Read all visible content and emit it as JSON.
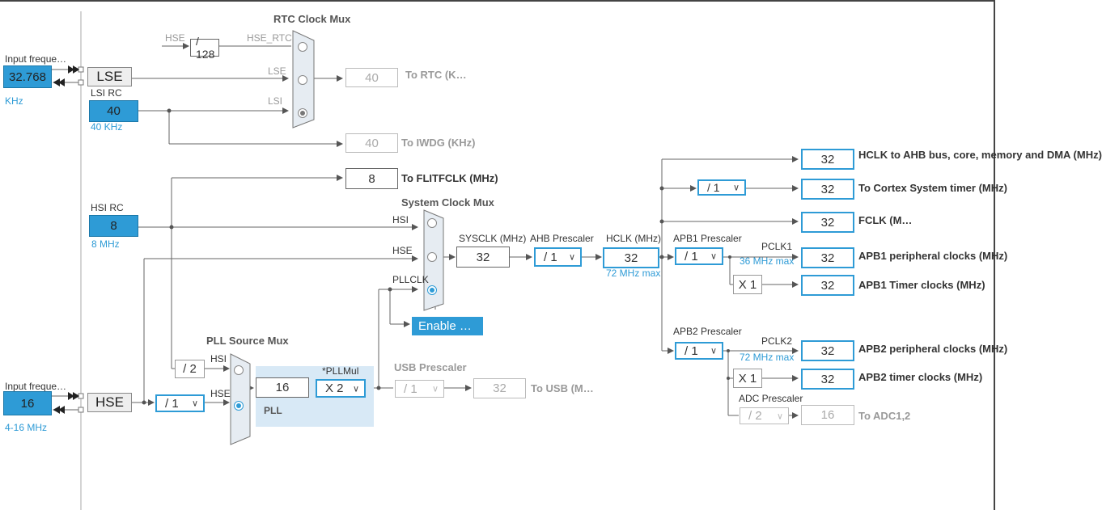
{
  "lse": {
    "input_label": "Input freque…",
    "input_value": "32.768",
    "unit": "KHz",
    "box_label": "LSE"
  },
  "lsi": {
    "label": "LSI RC",
    "value": "40",
    "unit": "40 KHz"
  },
  "rtc_mux": {
    "title": "RTC Clock Mux",
    "hse_label": "HSE",
    "divider": "/ 128",
    "hse_rtc_label": "HSE_RTC",
    "lse_label": "LSE",
    "lsi_label": "LSI",
    "output_value": "40",
    "output_label": "To RTC (K…"
  },
  "iwdg": {
    "value": "40",
    "label": "To IWDG (KHz)"
  },
  "flitf": {
    "value": "8",
    "label": "To FLITFCLK (MHz)"
  },
  "hsi": {
    "label": "HSI RC",
    "value": "8",
    "unit": "8 MHz"
  },
  "sys_mux": {
    "title": "System Clock Mux",
    "hsi_label": "HSI",
    "hse_label": "HSE",
    "pllclk_label": "PLLCLK",
    "enable_label": "Enable …"
  },
  "sysclk": {
    "label": "SYSCLK (MHz)",
    "value": "32"
  },
  "ahb": {
    "label": "AHB Prescaler",
    "value": "/ 1"
  },
  "hclk": {
    "label": "HCLK (MHz)",
    "value": "32",
    "max": "72 MHz max"
  },
  "outputs": {
    "hclk_ahb_value": "32",
    "hclk_ahb_label": "HCLK to AHB bus, core, memory and DMA (MHz)",
    "cortex_div": "/ 1",
    "cortex_value": "32",
    "cortex_label": "To Cortex System timer (MHz)",
    "fclk_value": "32",
    "fclk_label": "FCLK (M…"
  },
  "apb1": {
    "label": "APB1 Prescaler",
    "value": "/ 1",
    "pclk_label": "PCLK1",
    "pclk_max": "36 MHz max",
    "periph_value": "32",
    "periph_label": "APB1 peripheral clocks (MHz)",
    "timer_mult": "X 1",
    "timer_value": "32",
    "timer_label": "APB1 Timer clocks (MHz)"
  },
  "apb2": {
    "label": "APB2 Prescaler",
    "value": "/ 1",
    "pclk_label": "PCLK2",
    "pclk_max": "72 MHz max",
    "periph_value": "32",
    "periph_label": "APB2 peripheral clocks (MHz)",
    "timer_mult": "X 1",
    "timer_value": "32",
    "timer_label": "APB2 timer clocks (MHz)"
  },
  "adc": {
    "label": "ADC Prescaler",
    "value": "/ 2",
    "output_value": "16",
    "output_label": "To ADC1,2"
  },
  "hse": {
    "input_label": "Input freque…",
    "input_value": "16",
    "unit": "4-16 MHz",
    "box_label": "HSE",
    "prediv": "/ 1"
  },
  "pll_mux": {
    "title": "PLL Source Mux",
    "hsi_div": "/ 2",
    "hsi_label": "HSI",
    "hse_label": "HSE"
  },
  "pll": {
    "label": "PLL",
    "input_value": "16",
    "mul_label": "*PLLMul",
    "mul_value": "X 2"
  },
  "usb": {
    "label": "USB Prescaler",
    "value": "/ 1",
    "output_value": "32",
    "output_label": "To USB (M…"
  },
  "colors": {
    "accent": "#2e9bd6",
    "pll_bg": "#d8e9f6",
    "line": "#555555"
  }
}
